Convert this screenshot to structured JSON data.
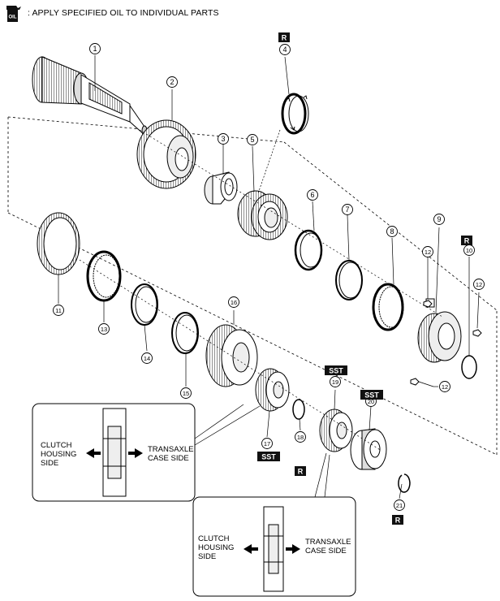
{
  "legend": {
    "icon_text": "OIL",
    "text": ": APPLY SPECIFIED OIL TO INDIVIDUAL PARTS"
  },
  "callouts": [
    {
      "num": "1"
    },
    {
      "num": "2"
    },
    {
      "num": "3"
    },
    {
      "num": "4"
    },
    {
      "num": "5"
    },
    {
      "num": "6"
    },
    {
      "num": "7"
    },
    {
      "num": "8"
    },
    {
      "num": "9"
    },
    {
      "num": "10"
    },
    {
      "num": "11"
    },
    {
      "num": "12"
    },
    {
      "num": "12"
    },
    {
      "num": "12"
    },
    {
      "num": "13"
    },
    {
      "num": "14"
    },
    {
      "num": "15"
    },
    {
      "num": "16"
    },
    {
      "num": "17"
    },
    {
      "num": "18"
    },
    {
      "num": "19"
    },
    {
      "num": "20"
    },
    {
      "num": "21"
    }
  ],
  "tags": {
    "r": "R",
    "sst": "SST"
  },
  "inset_left": {
    "left_label": [
      "CLUTCH",
      "HOUSING",
      "SIDE"
    ],
    "right_label": [
      "TRANSAXLE",
      "CASE SIDE"
    ]
  },
  "inset_right": {
    "left_label": [
      "CLUTCH",
      "HOUSING",
      "SIDE"
    ],
    "right_label": [
      "TRANSAXLE",
      "CASE SIDE"
    ]
  }
}
